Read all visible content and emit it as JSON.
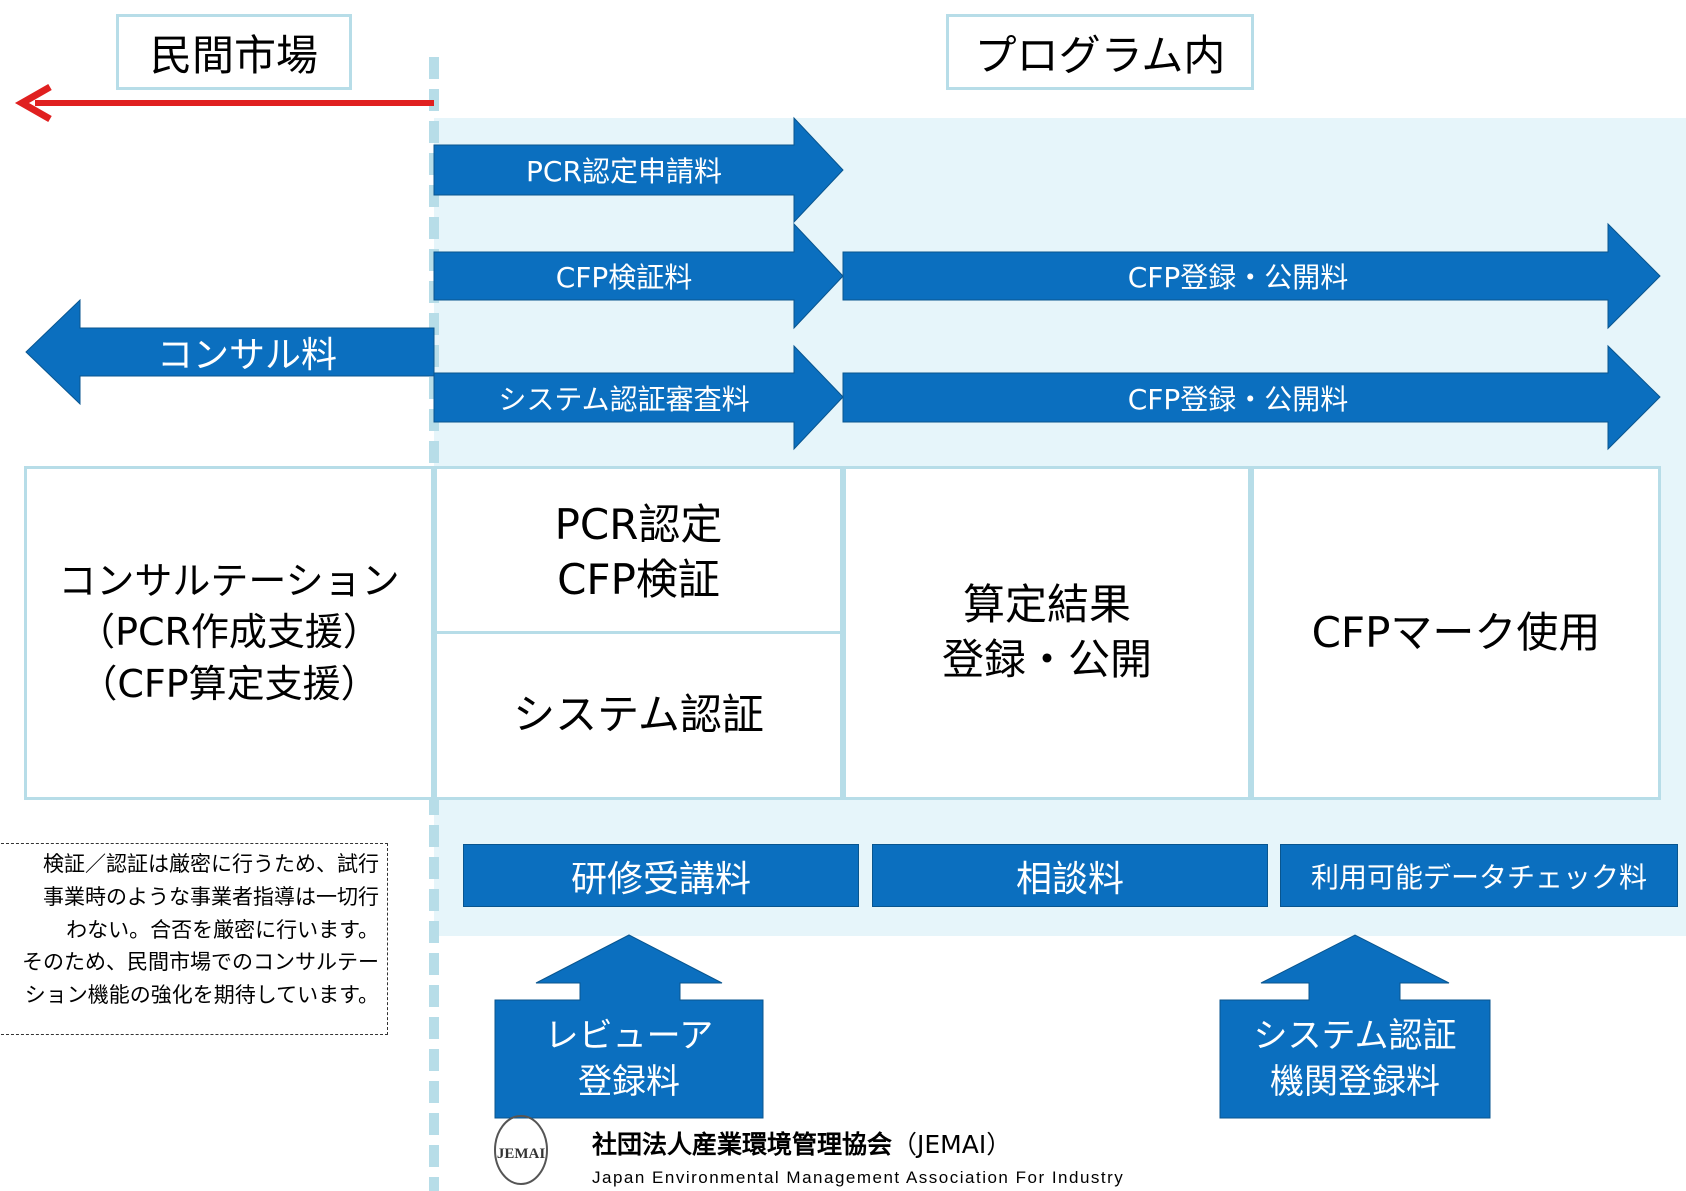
{
  "labels": {
    "private_market": "民間市場",
    "program": "プログラム内"
  },
  "arrows": {
    "pcr_fee": "PCR認定申請料",
    "cfp_verify_fee": "CFP検証料",
    "cfp_register_fee_1": "CFP登録・公開料",
    "consult_fee": "コンサル料",
    "system_cert_fee": "システム認証審査料",
    "cfp_register_fee_2": "CFP登録・公開料"
  },
  "cells": {
    "consulting": [
      "コンサルテーション",
      "（PCR作成支援）",
      "（CFP算定支援）"
    ],
    "pcr_cfp": [
      "PCR認定",
      "CFP検証"
    ],
    "system_cert": "システム認証",
    "results": [
      "算定結果",
      "登録・公開"
    ],
    "mark_use": "CFPマーク使用"
  },
  "fees": {
    "training": "研修受講料",
    "consultation": "相談料",
    "data_check": "利用可能データチェック料"
  },
  "uploads": {
    "reviewer": [
      "レビューア",
      "登録料"
    ],
    "system_body": [
      "システム認証",
      "機関登録料"
    ]
  },
  "note": [
    "検証／認証は厳密に行うため、試行",
    "事業時のような事業者指導は一切行",
    "わない。合否を厳密に行います。",
    "そのため、民間市場でのコンサルテー",
    "ション機能の強化を期待しています。"
  ],
  "logo": {
    "emblem_text": "JEMAI",
    "org_name_jp": "社団法人産業環境管理協会",
    "org_abbr": "（JEMAI）",
    "org_name_en": "Japan Environmental Management Association For Industry"
  },
  "colors": {
    "arrow_blue": "#0b6fbf",
    "red_arrow": "#e02020",
    "program_bg": "#e6f5fa",
    "border_cyan": "#b7dde8"
  }
}
